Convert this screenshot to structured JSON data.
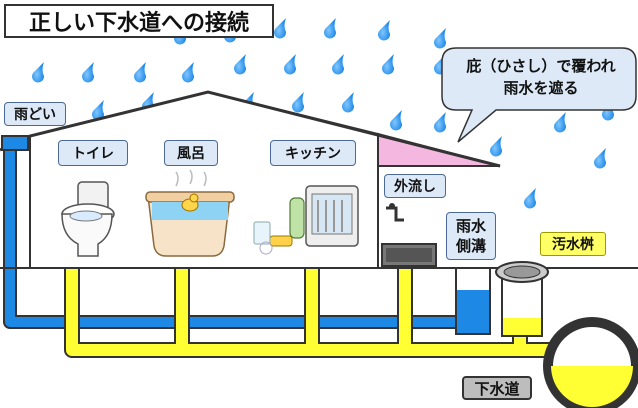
{
  "title": "正しい下水道への接続",
  "labels": {
    "amadoi": "雨どい",
    "toilet": "トイレ",
    "bath": "風呂",
    "kitchen": "キッチン",
    "sotonagashi": "外流し",
    "usui_sokko_line1": "雨水",
    "usui_sokko_line2": "側溝",
    "osui_masu": "汚水桝",
    "gesuido": "下水道",
    "callout_line1": "庇（ひさし）で覆われ",
    "callout_line2": "雨水を遮る"
  },
  "colors": {
    "rain_water": "#1e88e5",
    "sewage": "#ffff33",
    "pipe_outline": "#333333",
    "eaves": "#f4b8e0",
    "label_bg": "#dde9f7",
    "label_border": "#4a6a95"
  }
}
